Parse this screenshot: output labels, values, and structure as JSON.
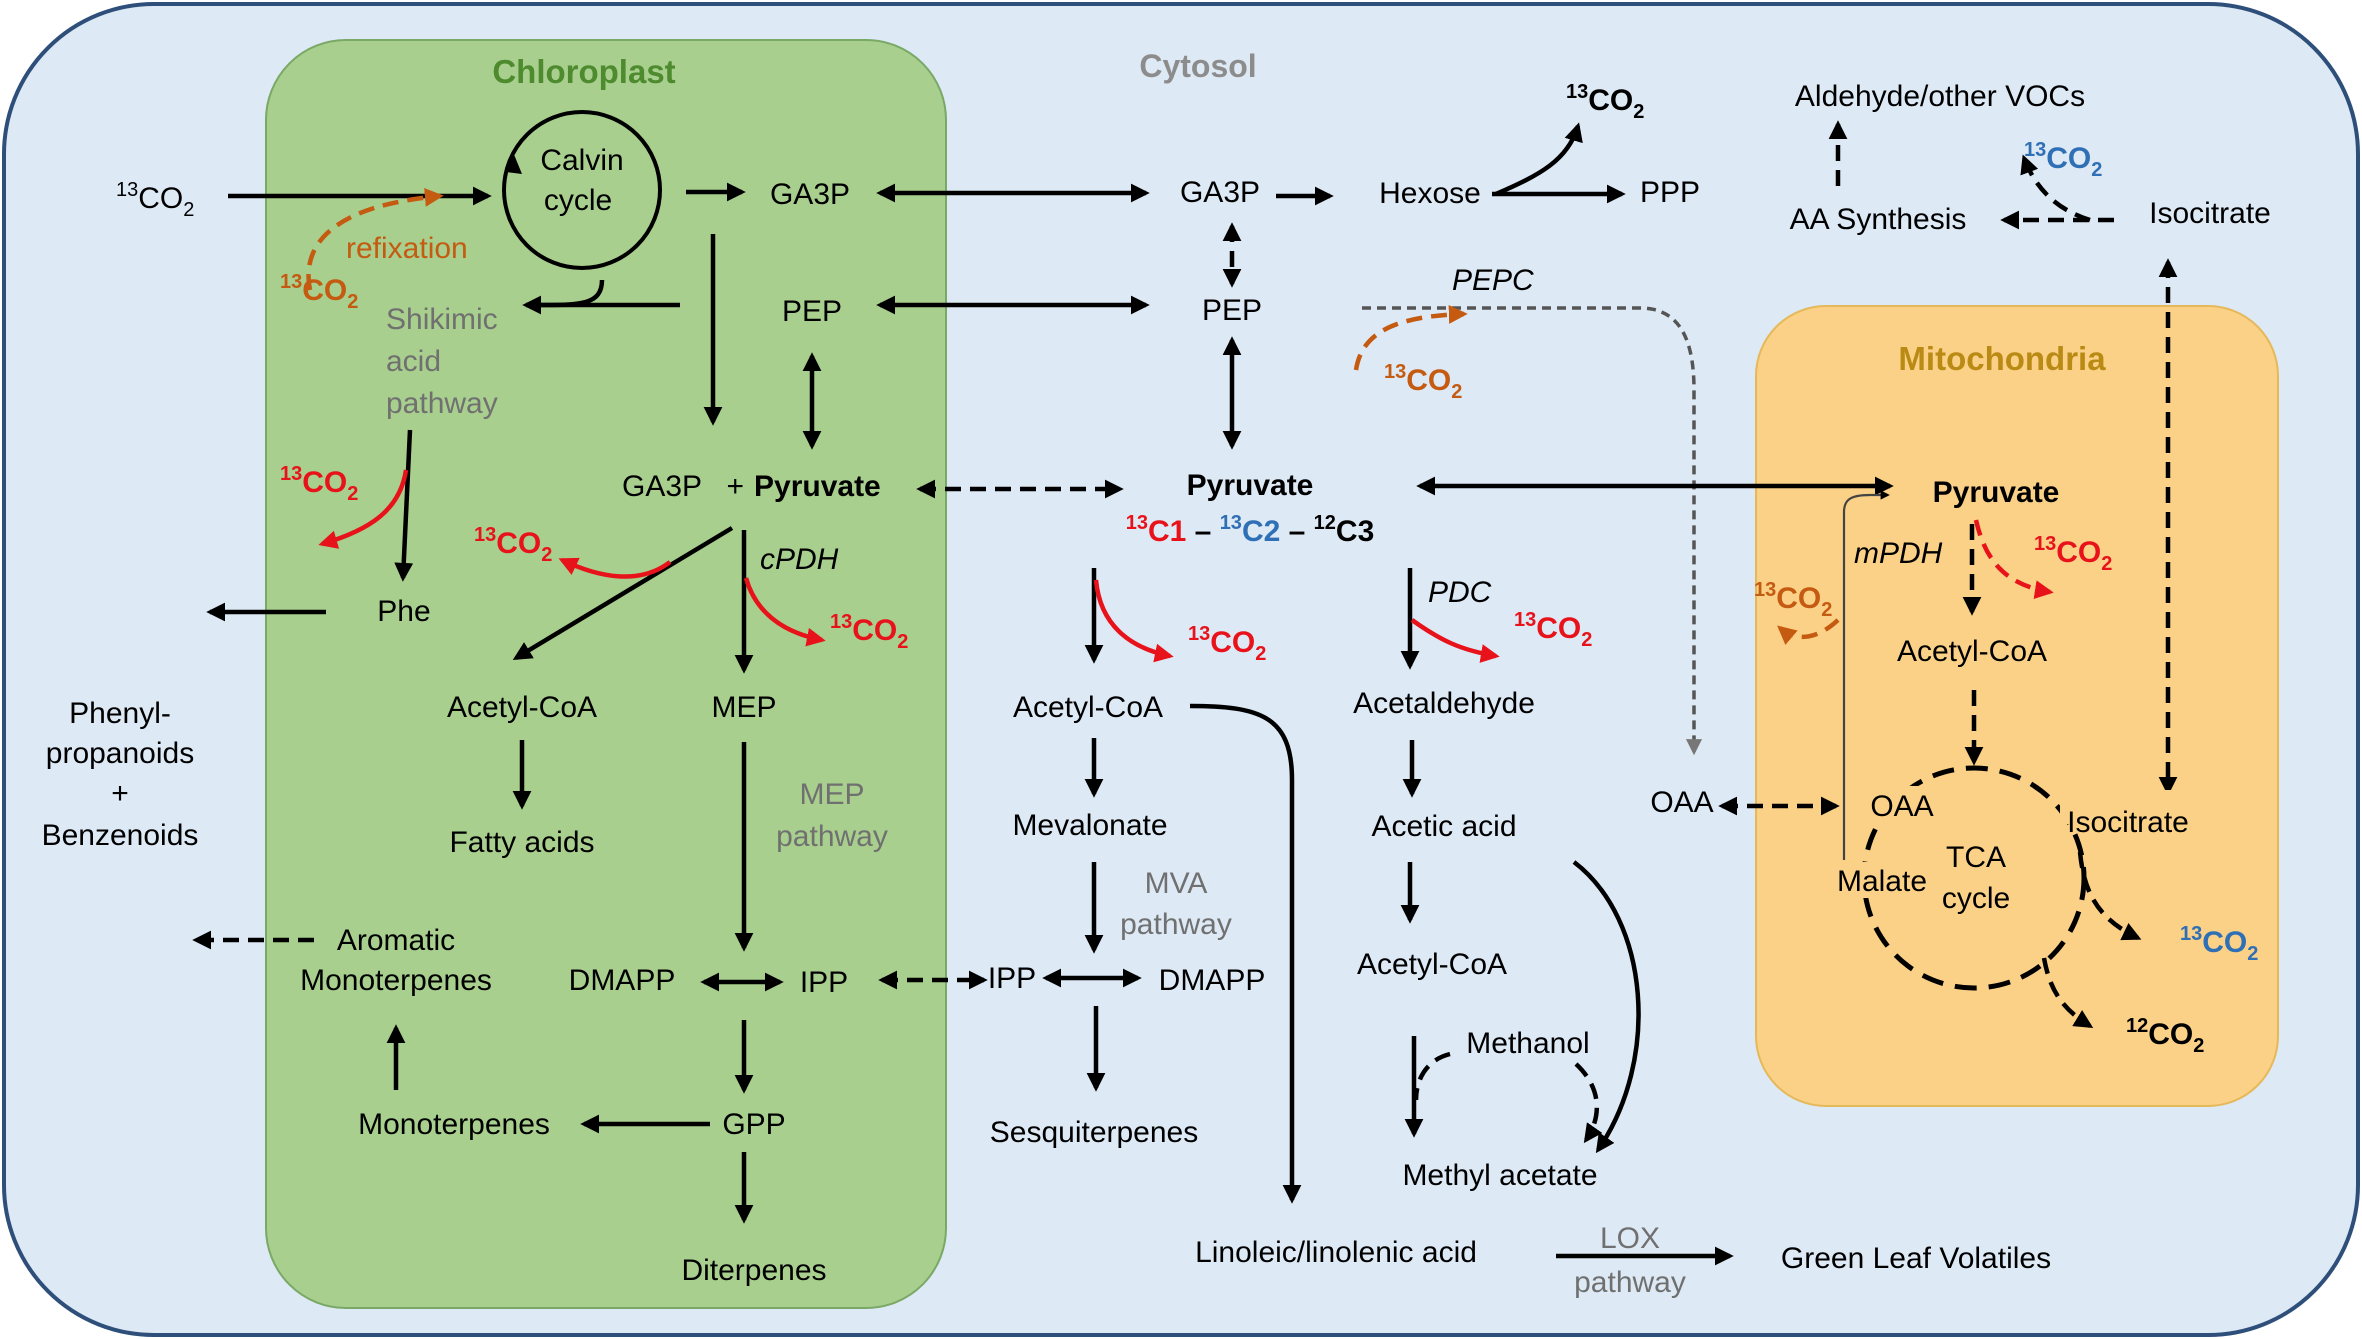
{
  "compartments": {
    "cytosol": "Cytosol",
    "chloroplast": "Chloroplast",
    "mitochondria": "Mitochondria"
  },
  "colors": {
    "cytosol_fill": "#dde9f5",
    "cytosol_stroke": "#2e4f7a",
    "chloroplast_fill": "#a8cf8e",
    "chloroplast_title": "#4e8a2e",
    "mito_fill": "#fbd187",
    "mito_title": "#b98a14",
    "label_red": "#e8121a",
    "label_blue": "#2e6fb5",
    "label_orange": "#c55a11",
    "label_gray": "#707070"
  },
  "co2": {
    "prefix13": "13",
    "prefix12": "12",
    "text": "CO",
    "sub": "2"
  },
  "chloroplast": {
    "refixation": "refixation",
    "calvin_line1": "Calvin",
    "calvin_line2": "cycle",
    "ga3p": "GA3P",
    "pep": "PEP",
    "shikimic_l1": "Shikimic",
    "shikimic_l2": "acid",
    "shikimic_l3": "pathway",
    "ga3p_plus": "GA3P   +",
    "pyruvate": "Pyruvate",
    "phe": "Phe",
    "cpdh": "cPDH",
    "acetyl_coa": "Acetyl-CoA",
    "mep": "MEP",
    "fatty_acids": "Fatty acids",
    "mep_pathway_l1": "MEP",
    "mep_pathway_l2": "pathway",
    "aromatic_l1": "Aromatic",
    "aromatic_l2": "Monoterpenes",
    "dmapp": "DMAPP",
    "ipp": "IPP",
    "monoterpenes": "Monoterpenes",
    "gpp": "GPP",
    "diterpenes": "Diterpenes"
  },
  "outside": {
    "phenyl_l1": "Phenyl-",
    "phenyl_l2": "propanoids",
    "phenyl_l3": "+",
    "phenyl_l4": "Benzenoids"
  },
  "cytosol": {
    "ga3p": "GA3P",
    "hexose": "Hexose",
    "ppp": "PPP",
    "pep": "PEP",
    "pepc": "PEPC",
    "pyruvate": "Pyruvate",
    "c1": "C1",
    "c2": "C2",
    "c3": "C3",
    "dash": "–",
    "acetyl_coa": "Acetyl-CoA",
    "mevalonate": "Mevalonate",
    "mva_l1": "MVA",
    "mva_l2": "pathway",
    "ipp": "IPP",
    "dmapp": "DMAPP",
    "sesquiterpenes": "Sesquiterpenes",
    "pdc": "PDC",
    "acetaldehyde": "Acetaldehyde",
    "acetic_acid": "Acetic acid",
    "acetyl_coa2": "Acetyl-CoA",
    "methanol": "Methanol",
    "methyl_acetate": "Methyl acetate",
    "linoleic": "Linoleic/linolenic acid",
    "lox_l1": "LOX",
    "lox_l2": "pathway",
    "glv": "Green Leaf Volatiles",
    "aldehyde": "Aldehyde/other VOCs",
    "aa_synthesis": "AA Synthesis",
    "isocitrate": "Isocitrate",
    "oaa": "OAA"
  },
  "mitochondria": {
    "pyruvate": "Pyruvate",
    "mpdh": "mPDH",
    "acetyl_coa": "Acetyl-CoA",
    "oaa": "OAA",
    "isocitrate": "Isocitrate",
    "malate": "Malate",
    "tca_l1": "TCA",
    "tca_l2": "cycle"
  }
}
